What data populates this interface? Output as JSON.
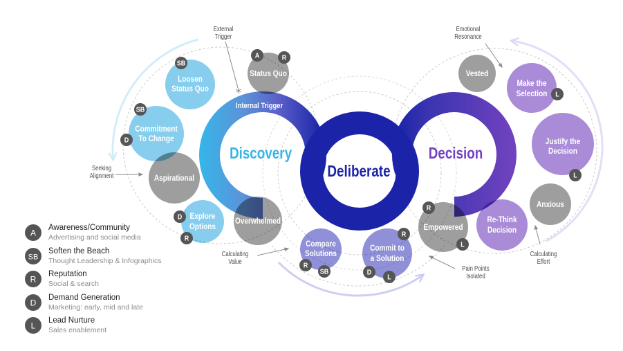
{
  "phases": {
    "discovery": "Discovery",
    "deliberate": "Deliberate",
    "decision": "Decision"
  },
  "ring_annotation": "Internal Trigger",
  "colors": {
    "discovery_text": "#38b4e6",
    "deliberate": "#1b24a8",
    "decision_text": "#7441c4",
    "badge": "#555555",
    "light_blue": "#86cdee",
    "gray": "#9e9e9e",
    "lavender": "#8f90d8",
    "purple": "#a98bd8"
  },
  "stages": [
    {
      "lines": [
        "Loosen",
        "Status Quo"
      ],
      "phase": "discovery",
      "color": "#86cdee",
      "badges": [
        "SB"
      ]
    },
    {
      "lines": [
        "Status Quo"
      ],
      "phase": "discovery",
      "color": "#9e9e9e",
      "badges": [
        "A",
        "R"
      ]
    },
    {
      "lines": [
        "Commitment",
        "To Change"
      ],
      "phase": "discovery",
      "color": "#86cdee",
      "badges": [
        "SB",
        "D"
      ]
    },
    {
      "lines": [
        "Aspirational"
      ],
      "phase": "discovery",
      "color": "#9e9e9e",
      "badges": []
    },
    {
      "lines": [
        "Explore",
        "Options"
      ],
      "phase": "discovery",
      "color": "#86cdee",
      "badges": [
        "D",
        "R"
      ]
    },
    {
      "lines": [
        "Overwhelmed"
      ],
      "phase": "discovery",
      "color": "#9e9e9e",
      "badges": []
    },
    {
      "lines": [
        "Compare",
        "Solutions"
      ],
      "phase": "deliberate",
      "color": "#8f90d8",
      "badges": [
        "R",
        "SB"
      ]
    },
    {
      "lines": [
        "Commit to",
        "a Solution"
      ],
      "phase": "deliberate",
      "color": "#8f90d8",
      "badges": [
        "R",
        "D",
        "L"
      ]
    },
    {
      "lines": [
        "Empowered"
      ],
      "phase": "decision",
      "color": "#9e9e9e",
      "badges": [
        "R",
        "L"
      ]
    },
    {
      "lines": [
        "Re-Think",
        "Decision"
      ],
      "phase": "decision",
      "color": "#a98bd8",
      "badges": []
    },
    {
      "lines": [
        "Anxious"
      ],
      "phase": "decision",
      "color": "#9e9e9e",
      "badges": []
    },
    {
      "lines": [
        "Justify the",
        "Decision"
      ],
      "phase": "decision",
      "color": "#a98bd8",
      "badges": [
        "L"
      ]
    },
    {
      "lines": [
        "Make the",
        "Selection"
      ],
      "phase": "decision",
      "color": "#a98bd8",
      "badges": [
        "L"
      ]
    },
    {
      "lines": [
        "Vested"
      ],
      "phase": "decision",
      "color": "#9e9e9e",
      "badges": []
    }
  ],
  "annotations": [
    {
      "lines": [
        "External",
        "Trigger"
      ]
    },
    {
      "lines": [
        "Emotional",
        "Resonance"
      ]
    },
    {
      "lines": [
        "Seeking",
        "Alignment"
      ]
    },
    {
      "lines": [
        "Calculating",
        "Value"
      ]
    },
    {
      "lines": [
        "Pain Points",
        "Isolated"
      ]
    },
    {
      "lines": [
        "Calculating",
        "Effort"
      ]
    }
  ],
  "legend": [
    {
      "code": "A",
      "title": "Awareness/Community",
      "subtitle": "Advertising and social media"
    },
    {
      "code": "SB",
      "title": "Soften the Beach",
      "subtitle": "Thought Leadership & Infographics"
    },
    {
      "code": "R",
      "title": "Reputation",
      "subtitle": "Social & search"
    },
    {
      "code": "D",
      "title": "Demand Generation",
      "subtitle": "Marketing: early, mid and late"
    },
    {
      "code": "L",
      "title": "Lead Nurture",
      "subtitle": "Sales enablement"
    }
  ]
}
